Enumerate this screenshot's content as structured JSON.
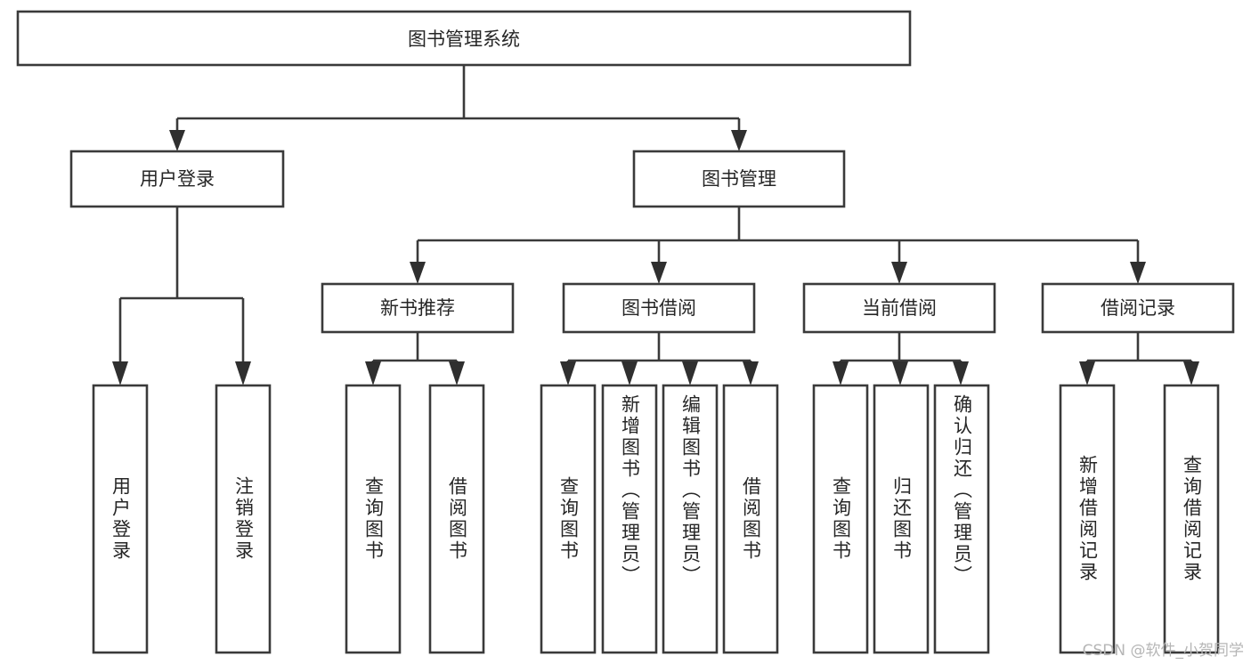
{
  "diagram": {
    "type": "tree-hierarchy-chart",
    "title": "图书管理系统",
    "root": {
      "id": "root",
      "label": "图书管理系统",
      "orientation": "horizontal"
    },
    "level1": [
      {
        "id": "user-login",
        "label": "用户登录",
        "orientation": "horizontal"
      },
      {
        "id": "book-manage",
        "label": "图书管理",
        "orientation": "horizontal"
      }
    ],
    "level2": [
      {
        "id": "new-book-recommend",
        "label": "新书推荐",
        "parent": "book-manage",
        "orientation": "horizontal"
      },
      {
        "id": "book-borrow",
        "label": "图书借阅",
        "parent": "book-manage",
        "orientation": "horizontal"
      },
      {
        "id": "current-borrow",
        "label": "当前借阅",
        "parent": "book-manage",
        "orientation": "horizontal"
      },
      {
        "id": "borrow-record",
        "label": "借阅记录",
        "parent": "book-manage",
        "orientation": "horizontal"
      }
    ],
    "leaves": [
      {
        "id": "leaf-user-login",
        "label": "用户登录",
        "parent": "user-login",
        "orientation": "vertical"
      },
      {
        "id": "leaf-user-logout",
        "label": "注销登录",
        "parent": "user-login",
        "orientation": "vertical"
      },
      {
        "id": "leaf-query-book-1",
        "label": "查询图书",
        "parent": "new-book-recommend",
        "orientation": "vertical"
      },
      {
        "id": "leaf-borrow-book-1",
        "label": "借阅图书",
        "parent": "new-book-recommend",
        "orientation": "vertical"
      },
      {
        "id": "leaf-query-book-2",
        "label": "查询图书",
        "parent": "book-borrow",
        "orientation": "vertical"
      },
      {
        "id": "leaf-add-book",
        "label": "新增图书（管理员）",
        "parent": "book-borrow",
        "orientation": "vertical"
      },
      {
        "id": "leaf-edit-book",
        "label": "编辑图书（管理员）",
        "parent": "book-borrow",
        "orientation": "vertical"
      },
      {
        "id": "leaf-borrow-book-2",
        "label": "借阅图书",
        "parent": "book-borrow",
        "orientation": "vertical"
      },
      {
        "id": "leaf-query-book-3",
        "label": "查询图书",
        "parent": "current-borrow",
        "orientation": "vertical"
      },
      {
        "id": "leaf-return-book",
        "label": "归还图书",
        "parent": "current-borrow",
        "orientation": "vertical"
      },
      {
        "id": "leaf-confirm-return",
        "label": "确认归还（管理员）",
        "parent": "current-borrow",
        "orientation": "vertical"
      },
      {
        "id": "leaf-add-record",
        "label": "新增借阅记录",
        "parent": "borrow-record",
        "orientation": "vertical"
      },
      {
        "id": "leaf-query-record",
        "label": "查询借阅记录",
        "parent": "borrow-record",
        "orientation": "vertical"
      }
    ],
    "colors": {
      "stroke": "#3a3a3a",
      "fill": "#ffffff",
      "text": "#262626",
      "background": "#ffffff",
      "watermark": "#b6b6b6"
    }
  },
  "watermark": {
    "text": "CSDN @软件_小贺同学"
  }
}
